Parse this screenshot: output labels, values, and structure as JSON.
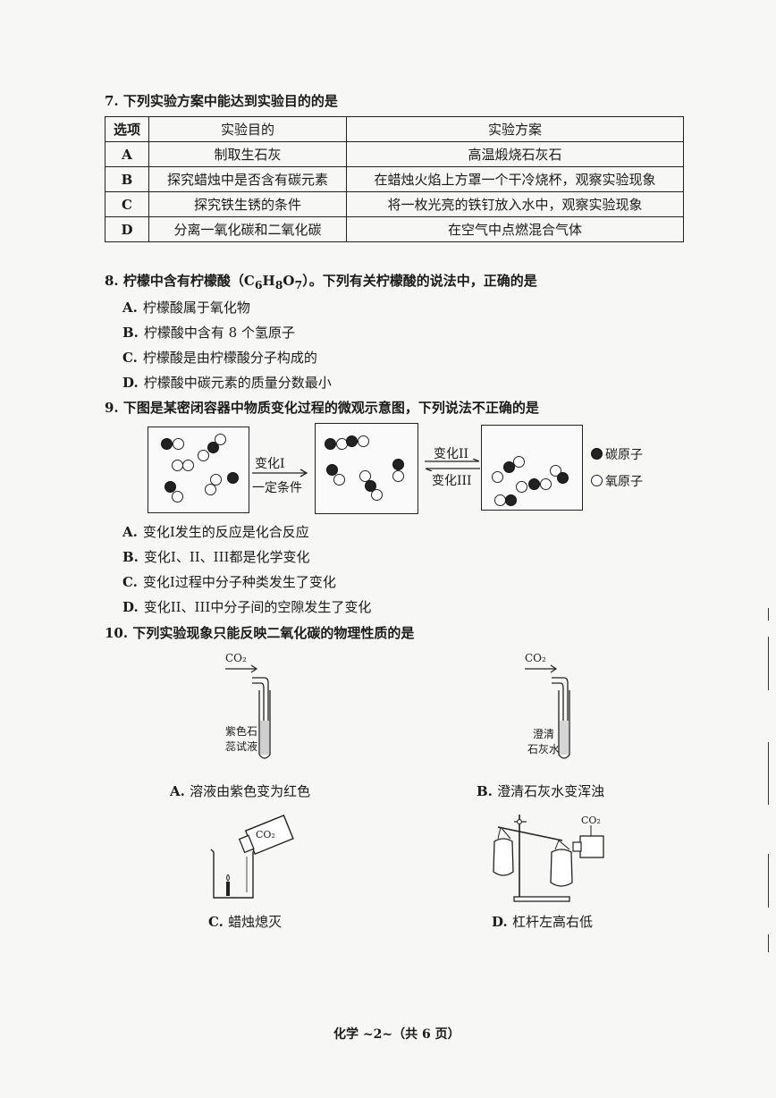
{
  "q7": {
    "stem": "7. 下列实验方案中能达到实验目的的是",
    "header": [
      "选项",
      "实验目的",
      "实验方案"
    ],
    "rows": [
      [
        "A",
        "制取生石灰",
        "高温煅烧石灰石"
      ],
      [
        "B",
        "探究蜡烛中是否含有碳元素",
        "在蜡烛火焰上方罩一个干冷烧杯，观察实验现象"
      ],
      [
        "C",
        "探究铁生锈的条件",
        "将一枚光亮的铁钉放入水中，观察实验现象"
      ],
      [
        "D",
        "分离一氧化碳和二氧化碳",
        "在空气中点燃混合气体"
      ]
    ]
  },
  "q8": {
    "stem_pre": "8. 柠檬中含有柠檬酸（C",
    "sub1": "6",
    "h": "H",
    "sub2": "8",
    "o": "O",
    "sub3": "7",
    "stem_post": "）。下列有关柠檬酸的说法中，正确的是",
    "options": [
      {
        "letter": "A.",
        "text": "柠檬酸属于氧化物"
      },
      {
        "letter": "B.",
        "text": "柠檬酸中含有 8 个氢原子"
      },
      {
        "letter": "C.",
        "text": "柠檬酸是由柠檬酸分子构成的"
      },
      {
        "letter": "D.",
        "text": "柠檬酸中碳元素的质量分数最小"
      }
    ]
  },
  "q9": {
    "stem": "9. 下图是某密闭容器中物质变化过程的微观示意图，下列说法不正确的是",
    "arrow1_top": "变化I",
    "arrow1_bottom": "一定条件",
    "arrow2_top": "变化II",
    "arrow2_bottom": "变化III",
    "legend_c": "碳原子",
    "legend_o": "氧原子",
    "options": [
      {
        "letter": "A.",
        "text": "变化I发生的反应是化合反应"
      },
      {
        "letter": "B.",
        "text": "变化I、II、III都是化学变化"
      },
      {
        "letter": "C.",
        "text": "变化I过程中分子种类发生了变化"
      },
      {
        "letter": "D.",
        "text": "变化II、III中分子间的空隙发生了变化"
      }
    ]
  },
  "q10": {
    "stem": "10. 下列实验现象只能反映二氧化碳的物理性质的是",
    "co2": "CO₂",
    "label_a1": "紫色石",
    "label_a2": "蕊试液",
    "label_b1": "澄清",
    "label_b2": "石灰水",
    "captions": [
      {
        "letter": "A.",
        "text": "溶液由紫色变为红色"
      },
      {
        "letter": "B.",
        "text": "澄清石灰水变浑浊"
      },
      {
        "letter": "C.",
        "text": "蜡烛熄灭"
      },
      {
        "letter": "D.",
        "text": "杠杆左高右低"
      }
    ]
  },
  "footer": "化学 ~2~（共 6 页）"
}
